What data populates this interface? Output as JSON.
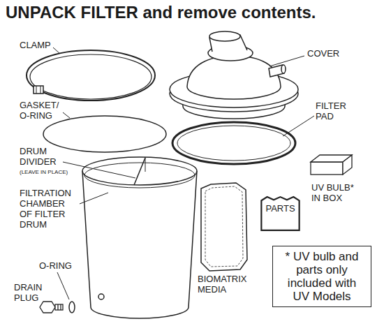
{
  "diagram": {
    "title": "UNPACK FILTER and remove contents.",
    "nodes": [
      {
        "text": [
          "PARTS"
        ]
      },
      {
        "text": [
          "* UV bulb and parts only included with UV Models"
        ]
      }
    ],
    "labels": [
      "CLAMP",
      "COVER",
      "GASKET/ O-RING",
      "FILTER PAD",
      "DRUM DIVIDER",
      "(LEAVE IN PLACE)",
      "UV BULB* IN BOX",
      "FILTRATION CHAMBER OF FILTER DRUM",
      "O-RING",
      "DRAIN PLUG",
      "BIOMATRIX MEDIA"
    ]
  }
}
